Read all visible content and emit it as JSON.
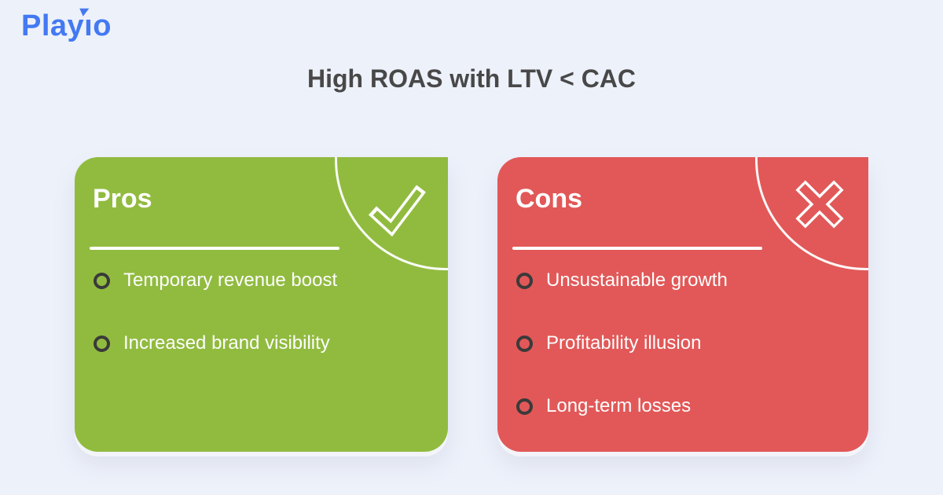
{
  "background_color": "#EDF1FA",
  "logo": {
    "text": "Playio",
    "parts": {
      "pre": "Play",
      "dotless_i": "ı",
      "post": "o"
    },
    "color": "#4379F2"
  },
  "title": {
    "text": "High ROAS with LTV < CAC",
    "color": "#484848"
  },
  "cards": {
    "pros": {
      "heading": "Pros",
      "icon": "check-icon",
      "accent_color": "#91BB3F",
      "items": [
        "Temporary revenue boost",
        "Increased brand visibility"
      ]
    },
    "cons": {
      "heading": "Cons",
      "icon": "cross-icon",
      "accent_color": "#E25858",
      "items": [
        "Unsustainable growth",
        "Profitability illusion",
        "Long-term losses"
      ]
    }
  }
}
